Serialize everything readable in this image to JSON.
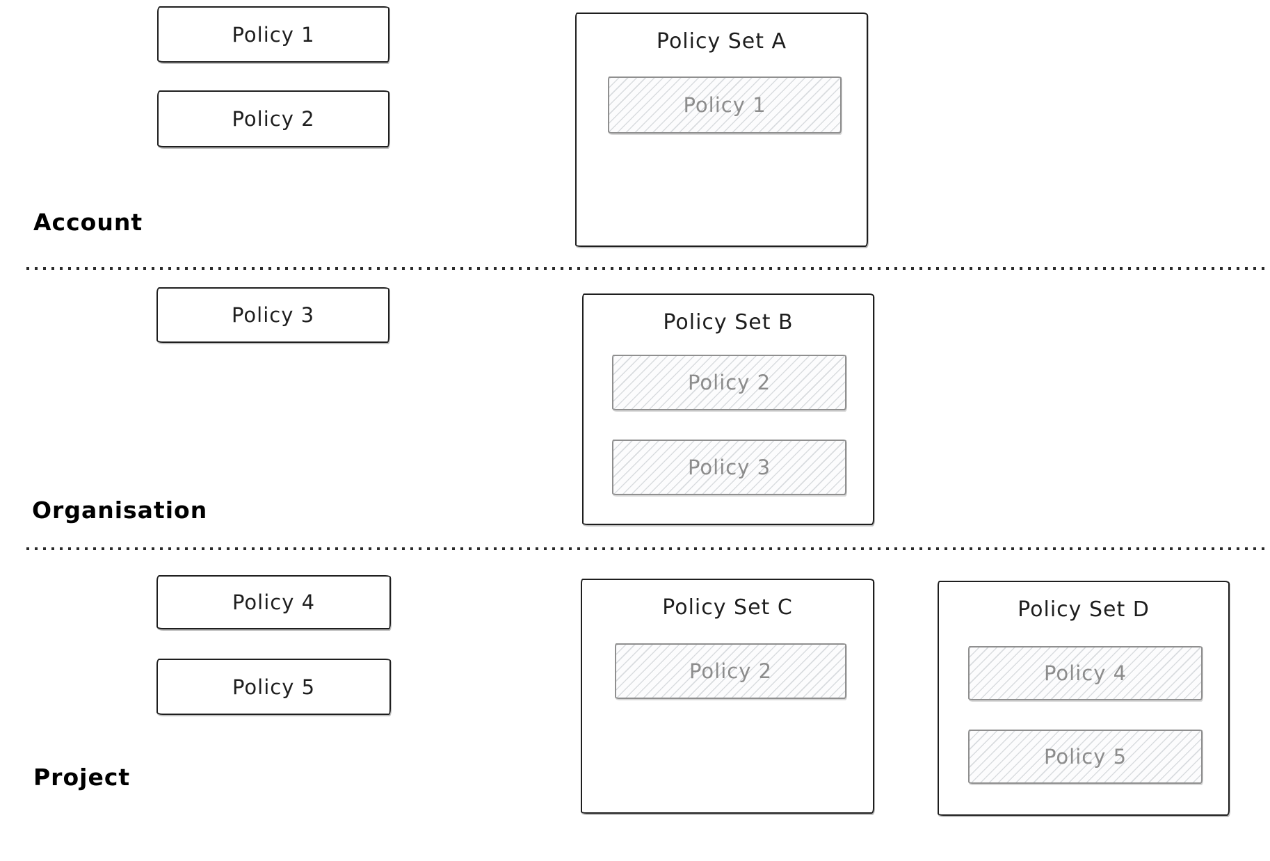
{
  "diagram": {
    "bands": [
      {
        "label": "Account"
      },
      {
        "label": "Organisation"
      },
      {
        "label": "Project"
      }
    ],
    "standalone_policies": [
      {
        "label": "Policy 1",
        "band": "Account"
      },
      {
        "label": "Policy 2",
        "band": "Account"
      },
      {
        "label": "Policy 3",
        "band": "Organisation"
      },
      {
        "label": "Policy 4",
        "band": "Project"
      },
      {
        "label": "Policy 5",
        "band": "Project"
      }
    ],
    "policy_sets": [
      {
        "title": "Policy Set A",
        "band": "Account",
        "members": [
          "Policy 1"
        ]
      },
      {
        "title": "Policy Set B",
        "band": "Organisation",
        "members": [
          "Policy 2",
          "Policy 3"
        ]
      },
      {
        "title": "Policy Set C",
        "band": "Project",
        "members": [
          "Policy 2"
        ]
      },
      {
        "title": "Policy Set D",
        "band": "Project",
        "members": [
          "Policy 4",
          "Policy 5"
        ]
      }
    ],
    "colors": {
      "ink": "#1e1e1e",
      "muted_border": "#8f8f8f",
      "muted_text": "#8c8c8c",
      "divider": "#2b2b2b",
      "background": "#ffffff"
    }
  }
}
